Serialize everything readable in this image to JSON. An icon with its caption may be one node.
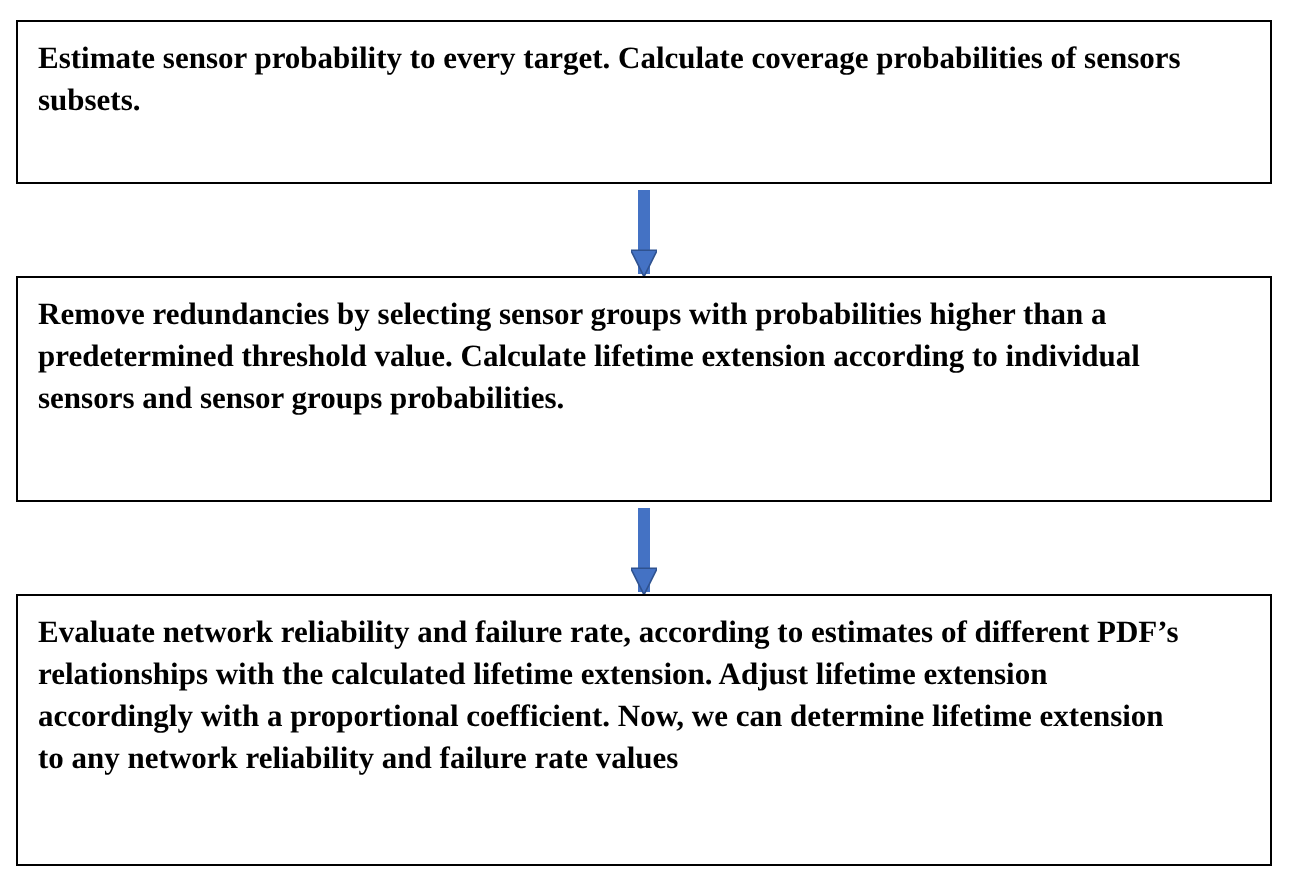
{
  "diagram": {
    "nodes": [
      {
        "text": [
          "Estimate sensor probability to every target. Calculate coverage probabilities of sensors subsets."
        ]
      },
      {
        "text": [
          "Remove redundancies by selecting sensor groups with probabilities higher than a predetermined threshold value. Calculate lifetime extension according to individual sensors and sensor groups probabilities."
        ]
      },
      {
        "text": [
          "Evaluate network reliability and failure rate, according to estimates of different PDF’s relationships with the calculated lifetime extension. Adjust lifetime extension accordingly with a proportional coefficient. Now, we can determine lifetime extension to any network reliability and failure rate values"
        ]
      }
    ],
    "edges": [
      {
        "from": 0,
        "to": 1,
        "arrow": "to"
      },
      {
        "from": 1,
        "to": 2,
        "arrow": "to"
      }
    ]
  }
}
